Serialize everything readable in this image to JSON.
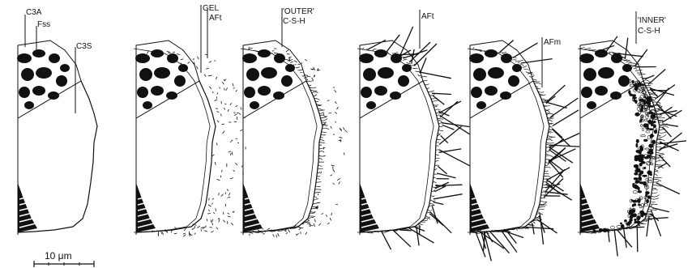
{
  "figure": {
    "stage_count": 6,
    "labels": {
      "c3a": "C3A",
      "fss": "Fss",
      "c3s": "C3S",
      "gel": "GEL",
      "aft_stage2": "AFt",
      "outer_line1": "'OUTER'",
      "outer_line2": "C-S-H",
      "aft_stage4": "AFt",
      "afm": "AFm",
      "inner_line1": "'INNER'",
      "inner_line2": "C-S-H"
    },
    "scale_bar": {
      "label": "10 μm"
    }
  },
  "colors": {
    "ink": "#111111",
    "background": "#ffffff"
  }
}
